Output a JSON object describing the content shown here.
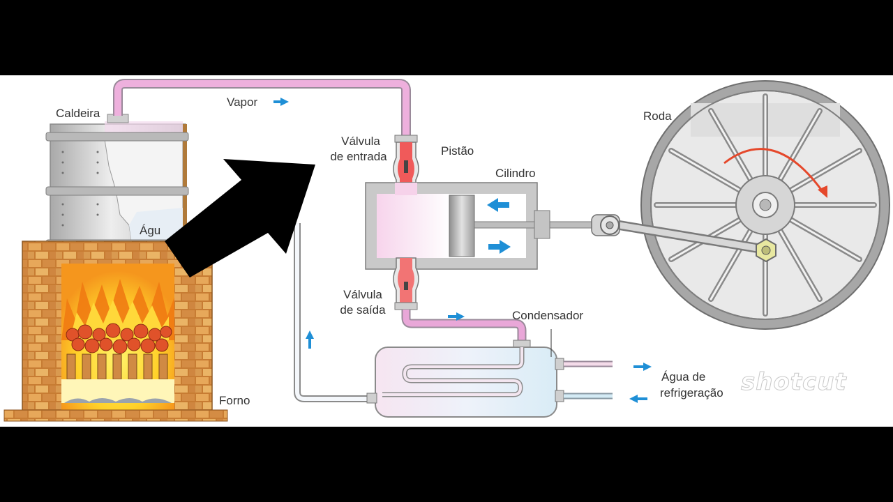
{
  "labels": {
    "caldeira": "Caldeira",
    "vapor": "Vapor",
    "valvula_entrada_1": "Válvula",
    "valvula_entrada_2": "de entrada",
    "pistao": "Pistão",
    "cilindro": "Cilindro",
    "roda": "Roda",
    "agua": "Águ",
    "valvula_saida_1": "Válvula",
    "valvula_saida_2": "de saída",
    "condensador": "Condensador",
    "agua_refrig_1": "Água de",
    "agua_refrig_2": "refrigeração",
    "forno": "Forno"
  },
  "watermark": "shotcut",
  "colors": {
    "steam_pipe": "#e9a7d8",
    "pipe_outline": "#9a8a9a",
    "water_pipe": "#dfe9f2",
    "flow_arrow": "#1f8fd6",
    "brick": "#c9823b",
    "fire_outer": "#f28a1a",
    "fire_inner": "#ffe23a",
    "metal": "#c8c8c8",
    "overlay_arrow": "#000000"
  }
}
